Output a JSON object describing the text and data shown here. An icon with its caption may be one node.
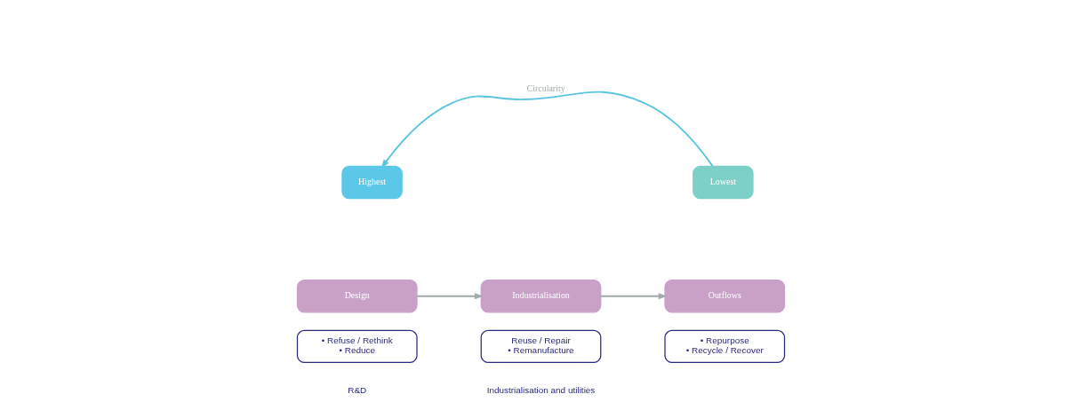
{
  "diagram": {
    "nodes": [
      {
        "text": [
          "Highest"
        ]
      },
      {
        "text": [
          "Lowest"
        ]
      },
      {
        "text": [
          "Design"
        ]
      },
      {
        "text": [
          "Industrialisation"
        ]
      },
      {
        "text": [
          "Outflows"
        ]
      },
      {
        "text": [
          "• Refuse / Rethink",
          "• Reduce"
        ]
      },
      {
        "text": [
          "Reuse / Repair",
          "• Remanufacture"
        ]
      },
      {
        "text": [
          "• Repurpose",
          "• Recycle / Recover"
        ]
      }
    ],
    "edges": [
      {
        "from": 1,
        "to": 0,
        "arrow": "to",
        "label": "Circularity",
        "color": "#5bc5e0"
      },
      {
        "from": 2,
        "to": 3,
        "arrow": "to"
      },
      {
        "from": 3,
        "to": 4,
        "arrow": "to"
      }
    ],
    "labels": [
      "R&D",
      "Industrialisation and utilities"
    ]
  }
}
